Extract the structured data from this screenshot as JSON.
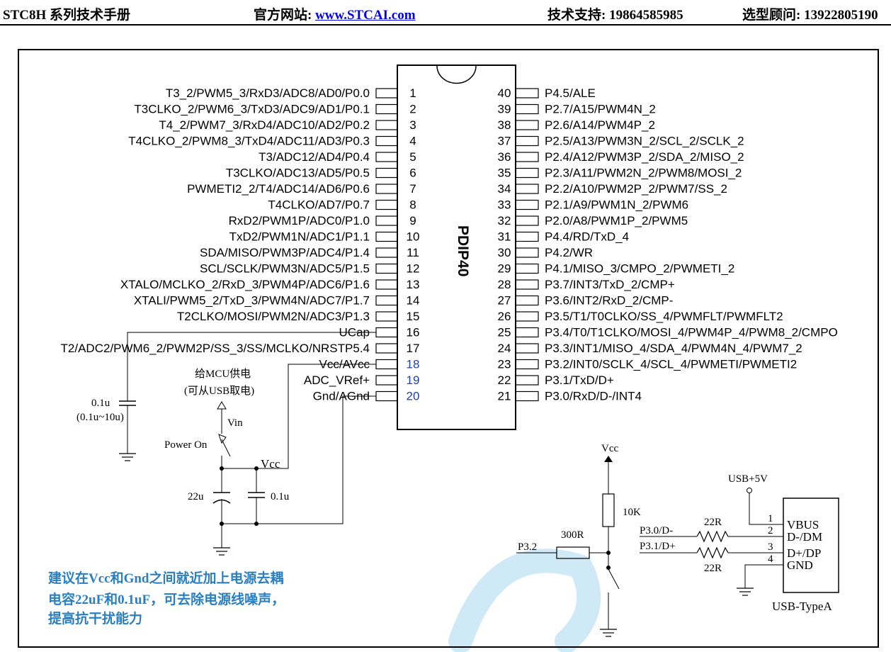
{
  "header": {
    "manual_title": "STC8H 系列技术手册",
    "website_label": "官方网站: ",
    "website_link": "www.STCAI.com",
    "support": "技术支持: 19864585985",
    "consult": "选型顾问: 13922805190"
  },
  "chip": {
    "package": "PDIP40",
    "left_pins": [
      {
        "num": "1",
        "label": "T3_2/PWM5_3/RxD3/ADC8/AD0/P0.0"
      },
      {
        "num": "2",
        "label": "T3CLKO_2/PWM6_3/TxD3/ADC9/AD1/P0.1"
      },
      {
        "num": "3",
        "label": "T4_2/PWM7_3/RxD4/ADC10/AD2/P0.2"
      },
      {
        "num": "4",
        "label": "T4CLKO_2/PWM8_3/TxD4/ADC11/AD3/P0.3"
      },
      {
        "num": "5",
        "label": "T3/ADC12/AD4/P0.4"
      },
      {
        "num": "6",
        "label": "T3CLKO/ADC13/AD5/P0.5"
      },
      {
        "num": "7",
        "label": "PWMETI2_2/T4/ADC14/AD6/P0.6"
      },
      {
        "num": "8",
        "label": "T4CLKO/AD7/P0.7"
      },
      {
        "num": "9",
        "label": "RxD2/PWM1P/ADC0/P1.0"
      },
      {
        "num": "10",
        "label": "TxD2/PWM1N/ADC1/P1.1"
      },
      {
        "num": "11",
        "label": "SDA/MISO/PWM3P/ADC4/P1.4"
      },
      {
        "num": "12",
        "label": "SCL/SCLK/PWM3N/ADC5/P1.5"
      },
      {
        "num": "13",
        "label": "XTALO/MCLKO_2/RxD_3/PWM4P/ADC6/P1.6"
      },
      {
        "num": "14",
        "label": "XTALI/PWM5_2/TxD_3/PWM4N/ADC7/P1.7"
      },
      {
        "num": "15",
        "label": "T2CLKO/MOSI/PWM2N/ADC3/P1.3"
      },
      {
        "num": "16",
        "label": "UCap"
      },
      {
        "num": "17",
        "label": "T2/ADC2/PWM6_2/PWM2P/SS_3/SS/MCLKO/NRSTP5.4"
      },
      {
        "num": "18",
        "label": "Vcc/AVcc"
      },
      {
        "num": "19",
        "label": "ADC_VRef+"
      },
      {
        "num": "20",
        "label": "Gnd/AGnd"
      }
    ],
    "right_pins": [
      {
        "num": "40",
        "label": "P4.5/ALE"
      },
      {
        "num": "39",
        "label": "P2.7/A15/PWM4N_2"
      },
      {
        "num": "38",
        "label": "P2.6/A14/PWM4P_2"
      },
      {
        "num": "37",
        "label": "P2.5/A13/PWM3N_2/SCL_2/SCLK_2"
      },
      {
        "num": "36",
        "label": "P2.4/A12/PWM3P_2/SDA_2/MISO_2"
      },
      {
        "num": "35",
        "label": "P2.3/A11/PWM2N_2/PWM8/MOSI_2"
      },
      {
        "num": "34",
        "label": "P2.2/A10/PWM2P_2/PWM7/SS_2"
      },
      {
        "num": "33",
        "label": "P2.1/A9/PWM1N_2/PWM6"
      },
      {
        "num": "32",
        "label": "P2.0/A8/PWM1P_2/PWM5"
      },
      {
        "num": "31",
        "label": "P4.4/RD/TxD_4"
      },
      {
        "num": "30",
        "label": "P4.2/WR"
      },
      {
        "num": "29",
        "label": "P4.1/MISO_3/CMPO_2/PWMETI_2"
      },
      {
        "num": "28",
        "label": "P3.7/INT3/TxD_2/CMP+"
      },
      {
        "num": "27",
        "label": "P3.6/INT2/RxD_2/CMP-"
      },
      {
        "num": "26",
        "label": "P3.5/T1/T0CLKO/SS_4/PWMFLT/PWMFLT2"
      },
      {
        "num": "25",
        "label": "P3.4/T0/T1CLKO/MOSI_4/PWM4P_4/PWM8_2/CMPO"
      },
      {
        "num": "24",
        "label": "P3.3/INT1/MISO_4/SDA_4/PWM4N_4/PWM7_2"
      },
      {
        "num": "23",
        "label": "P3.2/INT0/SCLK_4/SCL_4/PWMETI/PWMETI2"
      },
      {
        "num": "22",
        "label": "P3.1/TxD/D+"
      },
      {
        "num": "21",
        "label": "P3.0/RxD/D-/INT4"
      }
    ]
  },
  "power_circuit": {
    "ucap_value": "0.1u",
    "ucap_range": "(0.1u~10u)",
    "supply_note_line1": "给MCU供电",
    "supply_note_line2": "(可从USB取电)",
    "vin_label": "Vin",
    "power_on_label": "Power On",
    "vcc_label": "Vcc",
    "cap_big": "22u",
    "cap_small": "0.1u"
  },
  "reset_circuit": {
    "vcc_label": "Vcc",
    "resistor_pullup": "10K",
    "resistor_series": "300R",
    "pin_label": "P3.2"
  },
  "usb_circuit": {
    "supply_label": "USB+5V",
    "resistor_top": "22R",
    "resistor_bottom": "22R",
    "net_dm": "P3.0/D-",
    "net_dp": "P3.1/D+",
    "connector_name": "USB-TypeA",
    "connector_pins": [
      {
        "num": "1",
        "name": "VBUS"
      },
      {
        "num": "2",
        "name": "D-/DM"
      },
      {
        "num": "3",
        "name": "D+/DP"
      },
      {
        "num": "4",
        "name": "GND"
      }
    ]
  },
  "note": {
    "line1": "建议在Vcc和Gnd之间就近加上电源去耦",
    "line2": "电容22uF和0.1uF，可去除电源线噪声，",
    "line3": "提高抗干扰能力"
  },
  "colors": {
    "note_text": "#2a7fc1",
    "pin_highlight": "#1f3fa8",
    "link": "#0000ee",
    "watermark": "#cfe9f7"
  }
}
